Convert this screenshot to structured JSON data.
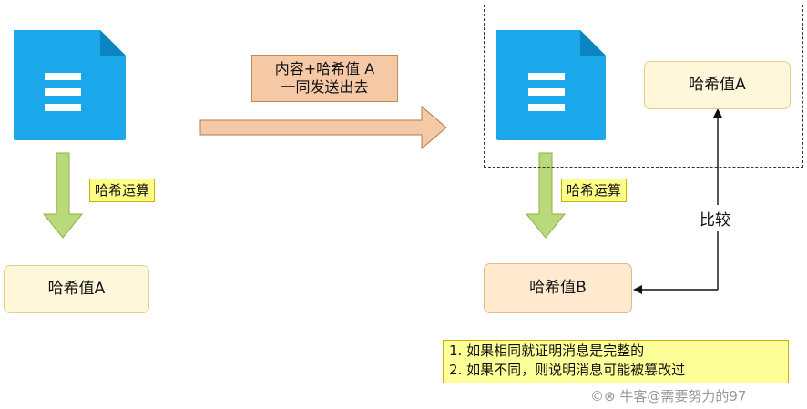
{
  "left": {
    "hash_op_label": "哈希运算",
    "hash_result": "哈希值A"
  },
  "send": {
    "line1": "内容+哈希值 A",
    "line2": "一同发送出去"
  },
  "right": {
    "received_hash": "哈希值A",
    "hash_op_label": "哈希运算",
    "computed_hash": "哈希值B",
    "compare_label": "比较"
  },
  "notes": {
    "line1": "1. 如果相同就证明消息是完整的",
    "line2": "2. 如果不同，则说明消息可能被篡改过"
  },
  "watermark": "©⊗ 牛客@需要努力的97",
  "colors": {
    "doc_blue": "#1aa8ea",
    "down_arrow_green": "#b9d97a",
    "send_arrow_orange": "#f6c9a6"
  },
  "icons": {
    "document": "document-icon"
  }
}
